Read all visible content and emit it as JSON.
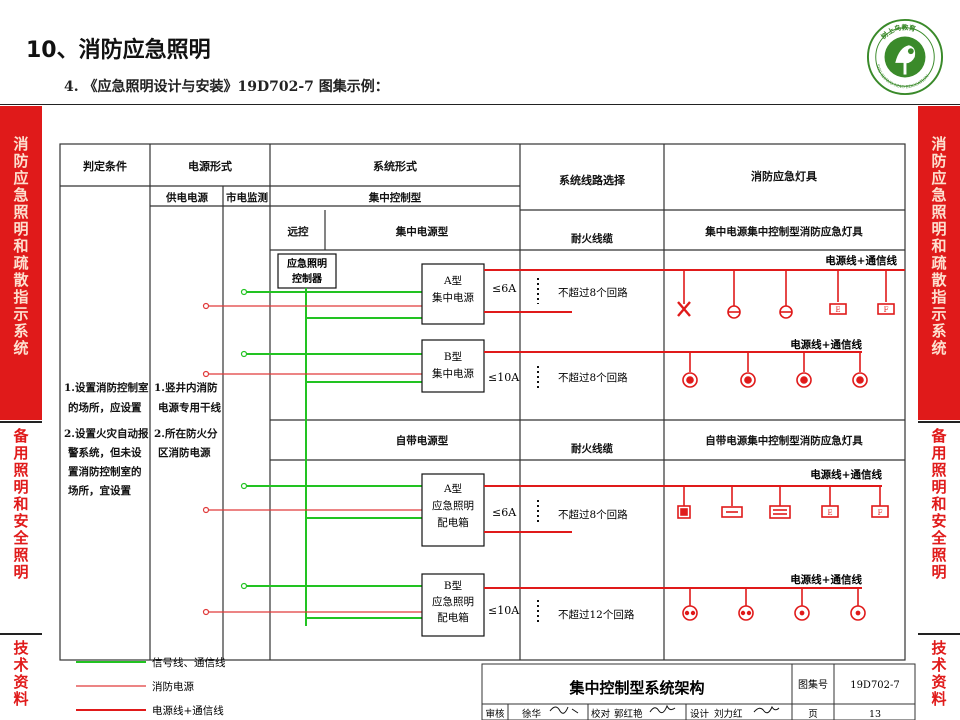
{
  "slide": {
    "title": "10、消防应急照明",
    "subtitle": "4. 《应急照明设计与安装》19D702-7 图集示例："
  },
  "logo": {
    "top_text": "树上鸟教育",
    "bottom_text": "SHU SHANG NIAO EDUCATION"
  },
  "side_tabs": {
    "left": [
      {
        "label": "消防应急照明和疏散指示系统",
        "style": "red"
      },
      {
        "label": "备用照明和安全照明",
        "style": "white"
      },
      {
        "label": "技术资料",
        "style": "white"
      }
    ],
    "right": [
      {
        "label": "消防应急照明和疏散指示系统",
        "style": "red"
      },
      {
        "label": "备用照明和安全照明",
        "style": "white"
      },
      {
        "label": "技术资料",
        "style": "white"
      }
    ]
  },
  "table": {
    "headers": {
      "condition": "判定条件",
      "power_form": "电源形式",
      "system_form": "系统形式",
      "line_choice": "系统线路选择",
      "fixtures": "消防应急灯具",
      "supply": "供电电源",
      "monitor": "市电监测",
      "central_ctrl": "集中控制型",
      "remote": "远控",
      "central_power": "集中电源型",
      "self_power": "自带电源型",
      "fire_cable": "耐火线缆",
      "fire_cable2": "耐火线缆",
      "central_fixtures": "集中电源集中控制型消防应急灯具",
      "self_fixtures": "自带电源集中控制型消防应急灯具"
    },
    "condition_lines": [
      "1.设置消防控制室",
      "的场所，应设置",
      "2.设置火灾自动报",
      "警系统，但未设",
      "置消防控制室的",
      "场所，宜设置"
    ],
    "power_lines": [
      "1.竖井内消防",
      "电源专用干线",
      "2.所在防火分",
      "区消防电源"
    ],
    "controller_lines": [
      "应急照明",
      "控制器"
    ],
    "units": [
      {
        "lines": [
          "A型",
          "集中电源"
        ],
        "rating": "≤6A",
        "circuit": "不超过8个回路",
        "line_label": "电源线+通信线"
      },
      {
        "lines": [
          "B型",
          "集中电源"
        ],
        "rating": "≤10A",
        "circuit": "不超过8个回路",
        "line_label": "电源线+通信线"
      },
      {
        "lines": [
          "A型",
          "应急照明",
          "配电箱"
        ],
        "rating": "≤6A",
        "circuit": "不超过8个回路",
        "line_label": "电源线+通信线"
      },
      {
        "lines": [
          "B型",
          "应急照明",
          "配电箱"
        ],
        "rating": "≤10A",
        "circuit": "不超过12个回路",
        "line_label": "电源线+通信线"
      }
    ],
    "fixture_marks": {
      "e": "E",
      "f": "F"
    }
  },
  "legend": [
    {
      "label": "信号线、通信线",
      "color": "#22c322"
    },
    {
      "label": "消防电源",
      "color": "#e03a3a"
    },
    {
      "label": "电源线+通信线",
      "color": "#e01a1a"
    }
  ],
  "title_block": {
    "drawing_title": "集中控制型系统架构",
    "atlas_label": "图集号",
    "atlas_no": "19D702-7",
    "review": "审核",
    "reviewer": "徐华",
    "check": "校对",
    "checker": "郭红艳",
    "design": "设计",
    "designer": "刘力红",
    "page_label": "页",
    "page_no": "13"
  },
  "colors": {
    "red": "#e01a1a",
    "green": "#22c322",
    "line": "#333333"
  }
}
